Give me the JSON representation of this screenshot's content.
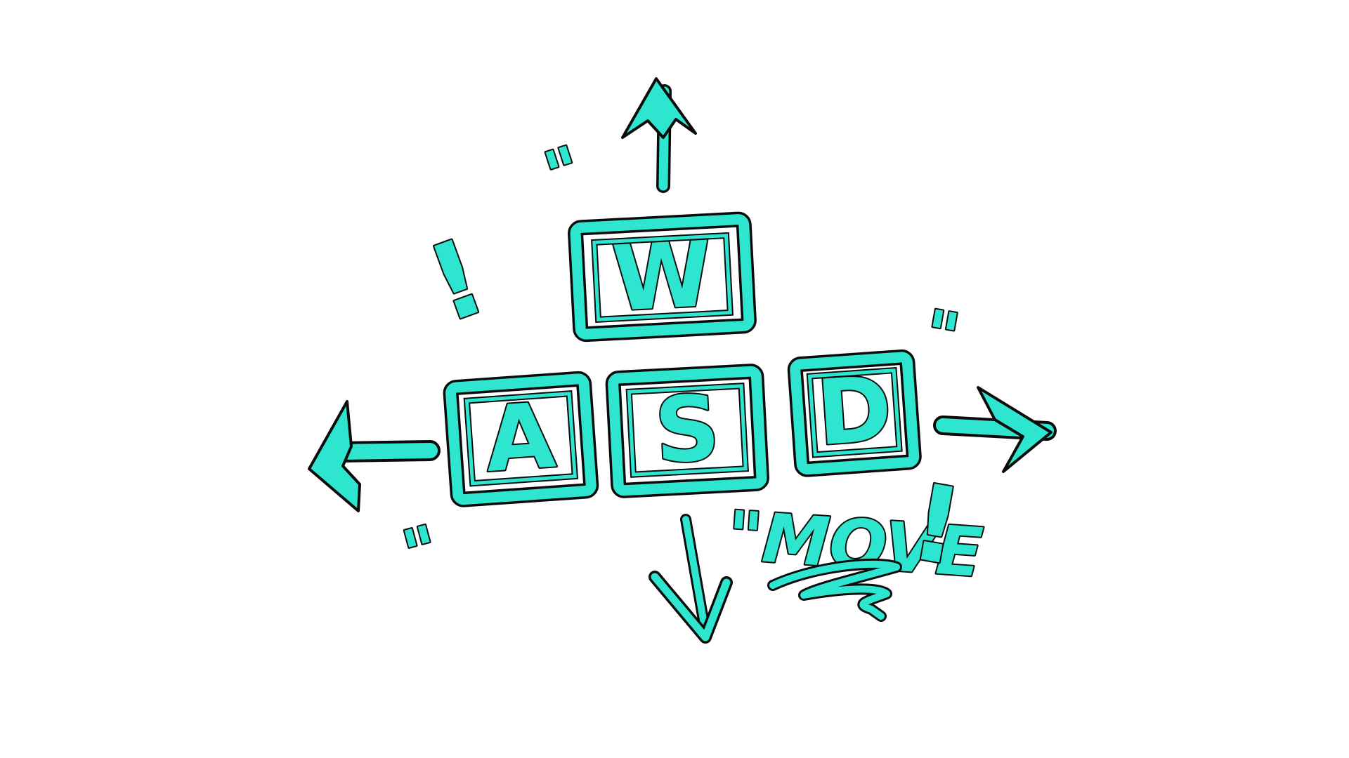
{
  "colors": {
    "ink": "#2ee6d0",
    "outline": "#0b0b0b",
    "background": "#ffffff"
  },
  "keys": {
    "up": "W",
    "left": "A",
    "down": "S",
    "right": "D"
  },
  "caption": {
    "open_quote": "\"",
    "word": "MOVE",
    "bang": "!"
  },
  "quotes": {
    "top_left": "\"",
    "right": "\"",
    "bottom_left": "\""
  },
  "exclamation": "!",
  "icons": {
    "up": "arrow-up-icon",
    "left": "arrow-left-icon",
    "down": "arrow-down-icon",
    "right": "arrow-right-icon"
  }
}
